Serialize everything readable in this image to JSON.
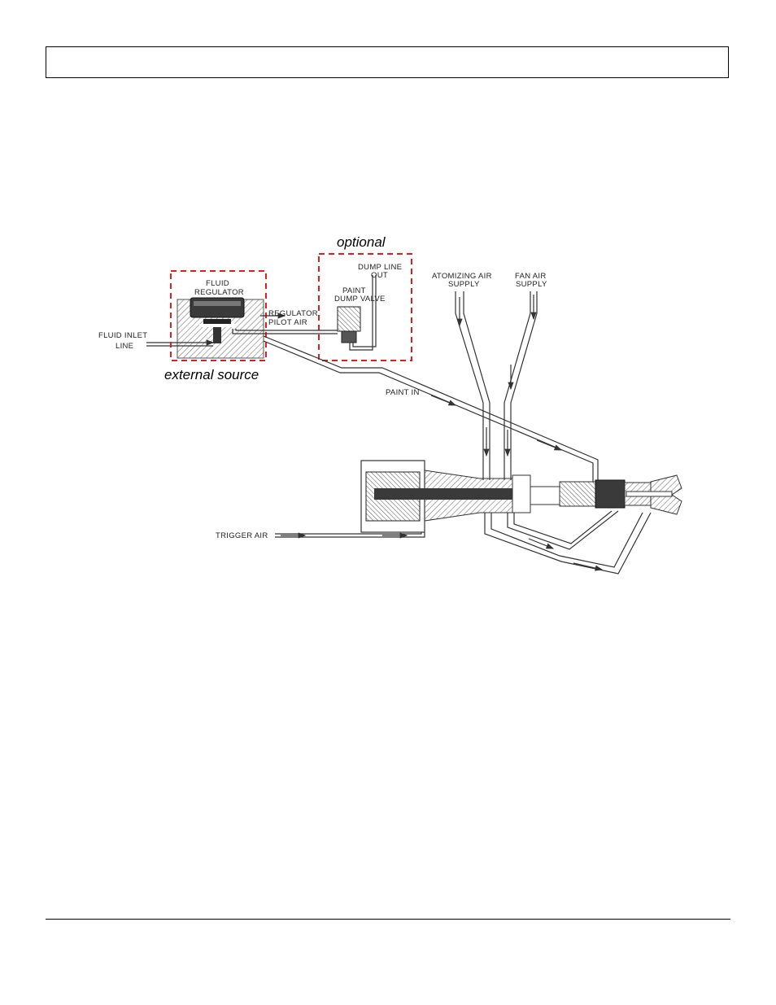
{
  "header": {
    "title": ""
  },
  "diagram": {
    "labels": {
      "optional": "optional",
      "external_source": "external source",
      "fluid_regulator_1": "FLUID",
      "fluid_regulator_2": "REGULATOR",
      "regulator_pilot_1": "REGULATOR",
      "regulator_pilot_2": "PILOT AIR",
      "fluid_inlet_1": "FLUID INLET",
      "fluid_inlet_2": "LINE",
      "dump_line_1": "DUMP LINE",
      "dump_line_2": "OUT",
      "paint_dump_1": "PAINT",
      "paint_dump_2": "DUMP VALVE",
      "atomizing_1": "ATOMIZING AIR",
      "atomizing_2": "SUPPLY",
      "fan_air_1": "FAN AIR",
      "fan_air_2": "SUPPLY",
      "paint_in": "PAINT IN",
      "trigger_air": "TRIGGER AIR"
    },
    "colors": {
      "dashed_box": "#e02020",
      "line": "#333333",
      "hatch": "#777777"
    }
  }
}
